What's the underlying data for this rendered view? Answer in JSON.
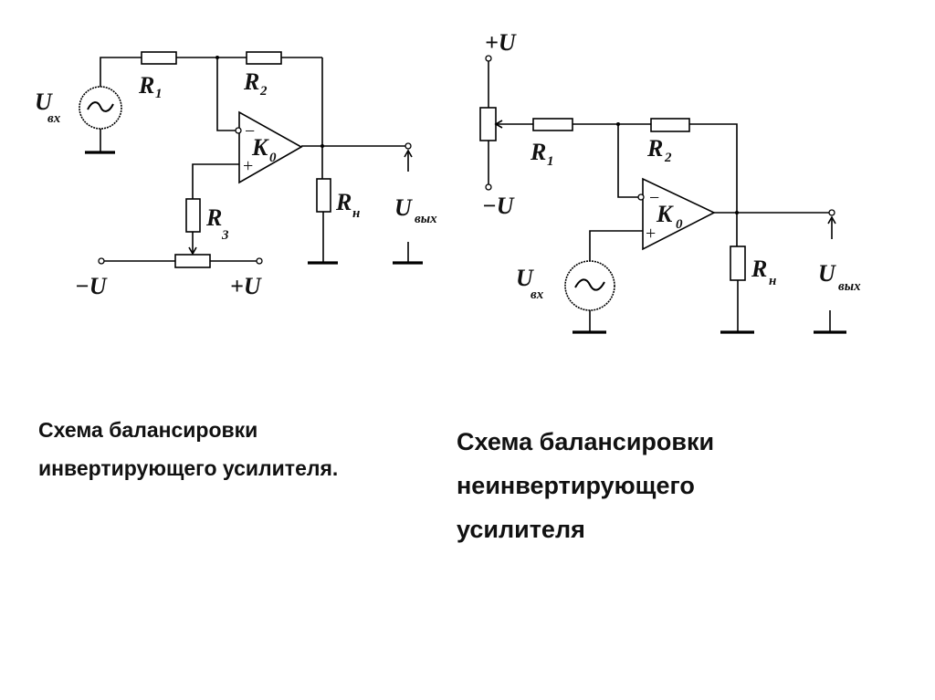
{
  "left_circuit": {
    "title": "Схема балансировки инвертирующего усилителя.",
    "labels": {
      "source_main": "U",
      "source_sub": "вх",
      "r1_main": "R",
      "r1_sub": "1",
      "r2_main": "R",
      "r2_sub": "2",
      "r3_main": "R",
      "r3_sub": "3",
      "rload_main": "R",
      "rload_sub": "н",
      "opamp_main": "K",
      "opamp_sub": "0",
      "out_main": "U",
      "out_sub": "вых",
      "neg_supply": "−U",
      "pos_supply": "+U",
      "inv_sign": "−",
      "noninv_sign": "+"
    }
  },
  "right_circuit": {
    "title": "Схема балансировки неинвертирующего усилителя",
    "labels": {
      "source_main": "U",
      "source_sub": "вх",
      "r1_main": "R",
      "r1_sub": "1",
      "r2_main": "R",
      "r2_sub": "2",
      "rload_main": "R",
      "rload_sub": "н",
      "opamp_main": "K",
      "opamp_sub": "0",
      "out_main": "U",
      "out_sub": "вых",
      "neg_supply": "−U",
      "pos_supply": "+U",
      "inv_sign": "−",
      "noninv_sign": "+"
    }
  },
  "captions": {
    "left_line1": "Схема балансировки",
    "left_line2": "инвертирующего усилителя.",
    "right_line1": "Схема балансировки",
    "right_line2": "неинвертирующего",
    "right_line3": "усилителя"
  }
}
